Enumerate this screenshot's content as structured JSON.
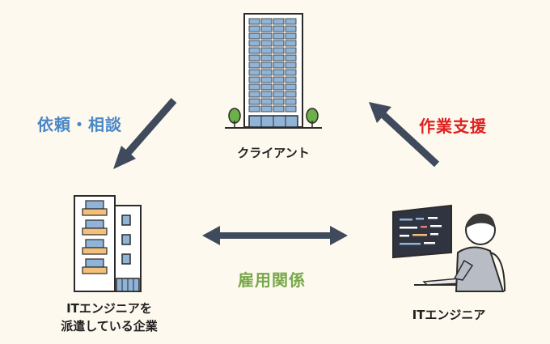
{
  "nodes": {
    "client": {
      "label": "クライアント"
    },
    "company": {
      "label_line1": "ITエンジニアを",
      "label_line2": "派遣している企業"
    },
    "engineer": {
      "label": "ITエンジニア"
    }
  },
  "edges": {
    "request": {
      "label": "依頼・相談",
      "color": "#4a86c8"
    },
    "support": {
      "label": "作業支援",
      "color": "#e02020"
    },
    "employment": {
      "label": "雇用関係",
      "color": "#78a84a"
    }
  },
  "icons": {
    "client": "office-tower-icon",
    "company": "apartment-building-icon",
    "engineer": "engineer-at-computer-icon"
  },
  "colors": {
    "background": "#fdf9ee",
    "arrow": "#3f4a5c",
    "building": "#8fb4d8",
    "tree": "#6bb04a",
    "balcony": "#f2c07a"
  }
}
